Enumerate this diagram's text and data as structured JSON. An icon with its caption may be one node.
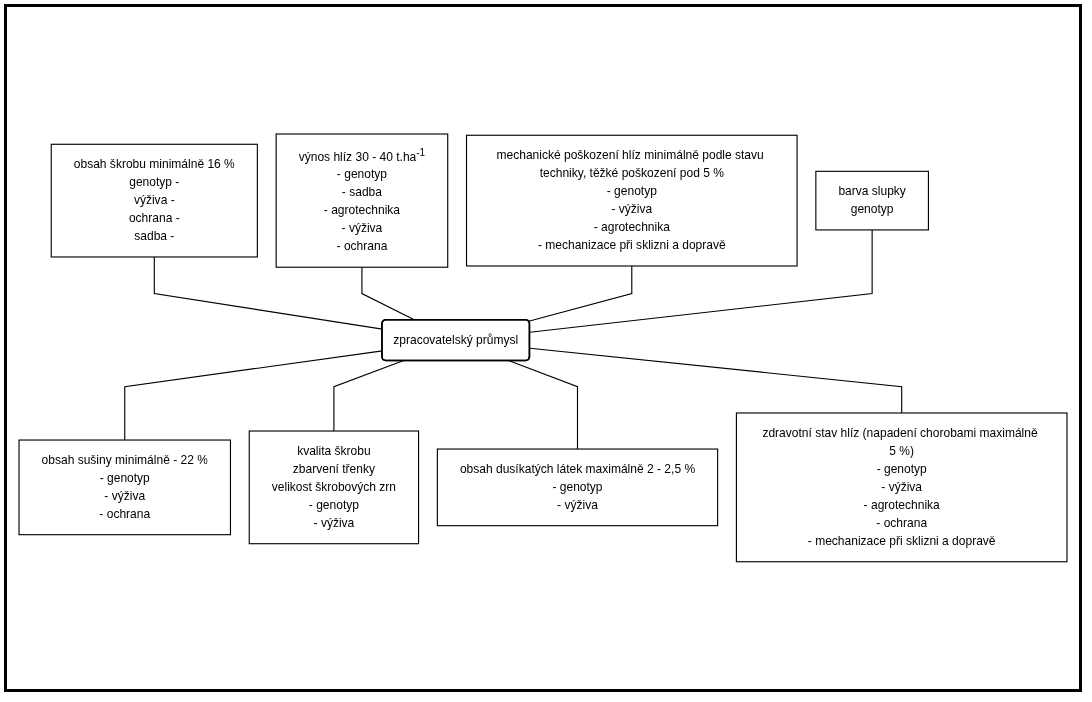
{
  "diagram": {
    "nodes": [
      {
        "text": [
          "obsah škrobu minimálně 16 %",
          "genotyp -",
          "výživa -",
          "ochrana -",
          "sadba -"
        ]
      },
      {
        "text": [
          "výnos hlíz 30 - 40 t.ha$^{-1}$",
          "- genotyp",
          "- sadba",
          "- agrotechnika",
          "- výživa",
          "- ochrana"
        ]
      },
      {
        "text": [
          "mechanické poškození hlíz minimálně podle stavu techniky, těžké poškození pod 5 %",
          "- genotyp",
          "- výživa",
          "- agrotechnika",
          "- mechanizace při sklizni a dopravě"
        ]
      },
      {
        "text": [
          "barva slupky",
          "genotyp"
        ]
      },
      {
        "text": [
          "zpracovatelský průmysl"
        ]
      },
      {
        "text": [
          "obsah sušiny minimálně - 22 %",
          "- genotyp",
          "- výživa",
          "- ochrana"
        ]
      },
      {
        "text": [
          "kvalita škrobu",
          "zbarvení třenky",
          "velikost škrobových zrn",
          "- genotyp",
          "- výživa"
        ]
      },
      {
        "text": [
          "obsah dusíkatých látek maximálně 2 - 2,5 %",
          "- genotyp",
          "- výživa"
        ]
      },
      {
        "text": [
          "zdravotní stav hlíz (napadení chorobami maximálně 5 %)",
          "- genotyp",
          "- výživa",
          "- agrotechnika",
          "- ochrana",
          "- mechanizace při sklizni a dopravě"
        ]
      }
    ],
    "edges": [
      {
        "from": 0,
        "to": 4,
        "arrow": "none"
      },
      {
        "from": 1,
        "to": 4,
        "arrow": "none"
      },
      {
        "from": 2,
        "to": 4,
        "arrow": "none"
      },
      {
        "from": 3,
        "to": 4,
        "arrow": "none"
      },
      {
        "from": 4,
        "to": 5,
        "arrow": "none"
      },
      {
        "from": 4,
        "to": 6,
        "arrow": "none"
      },
      {
        "from": 4,
        "to": 7,
        "arrow": "none"
      },
      {
        "from": 4,
        "to": 8,
        "arrow": "none"
      }
    ]
  }
}
